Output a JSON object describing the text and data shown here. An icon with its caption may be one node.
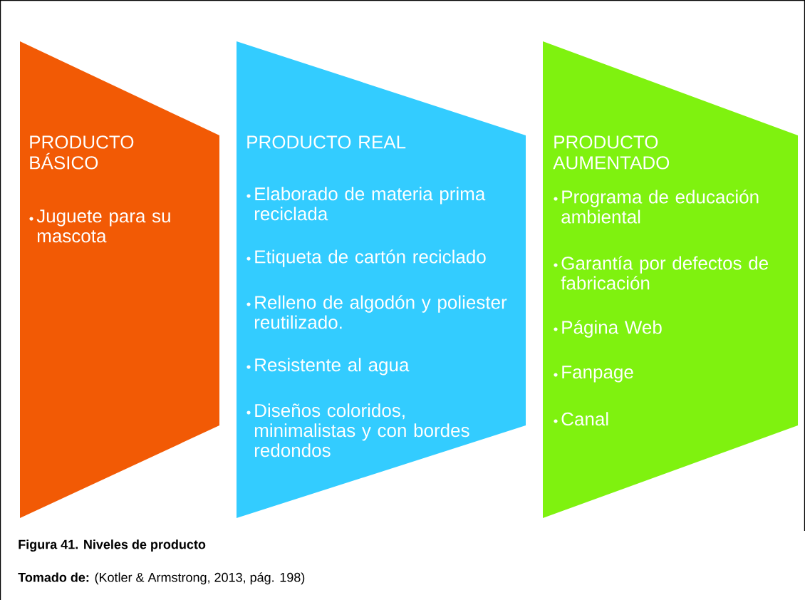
{
  "diagram": {
    "caption": "Figura 41.  Niveles de producto",
    "nodes": [
      {
        "text": [
          "PRODUCTO BÁSICO",
          "Juguete para su mascota"
        ]
      },
      {
        "text": [
          "PRODUCTO REAL",
          "Elaborado de materia prima reciclada",
          "Etiqueta de cartón reciclado",
          "Relleno de algodón y poliester reutilizado.",
          "Resistente al agua",
          "Diseños coloridos, minimalistas y con bordes redondos"
        ]
      },
      {
        "text": [
          "PRODUCTO AUMENTADO",
          "Programa de educación ambiental",
          "Garantía por defectos de fabricación",
          "Página Web",
          "Fanpage",
          "Canal"
        ]
      }
    ],
    "labels": [
      "**Tomado de:** (Kotler & Armstrong, 2013, pág. 198)"
    ]
  }
}
